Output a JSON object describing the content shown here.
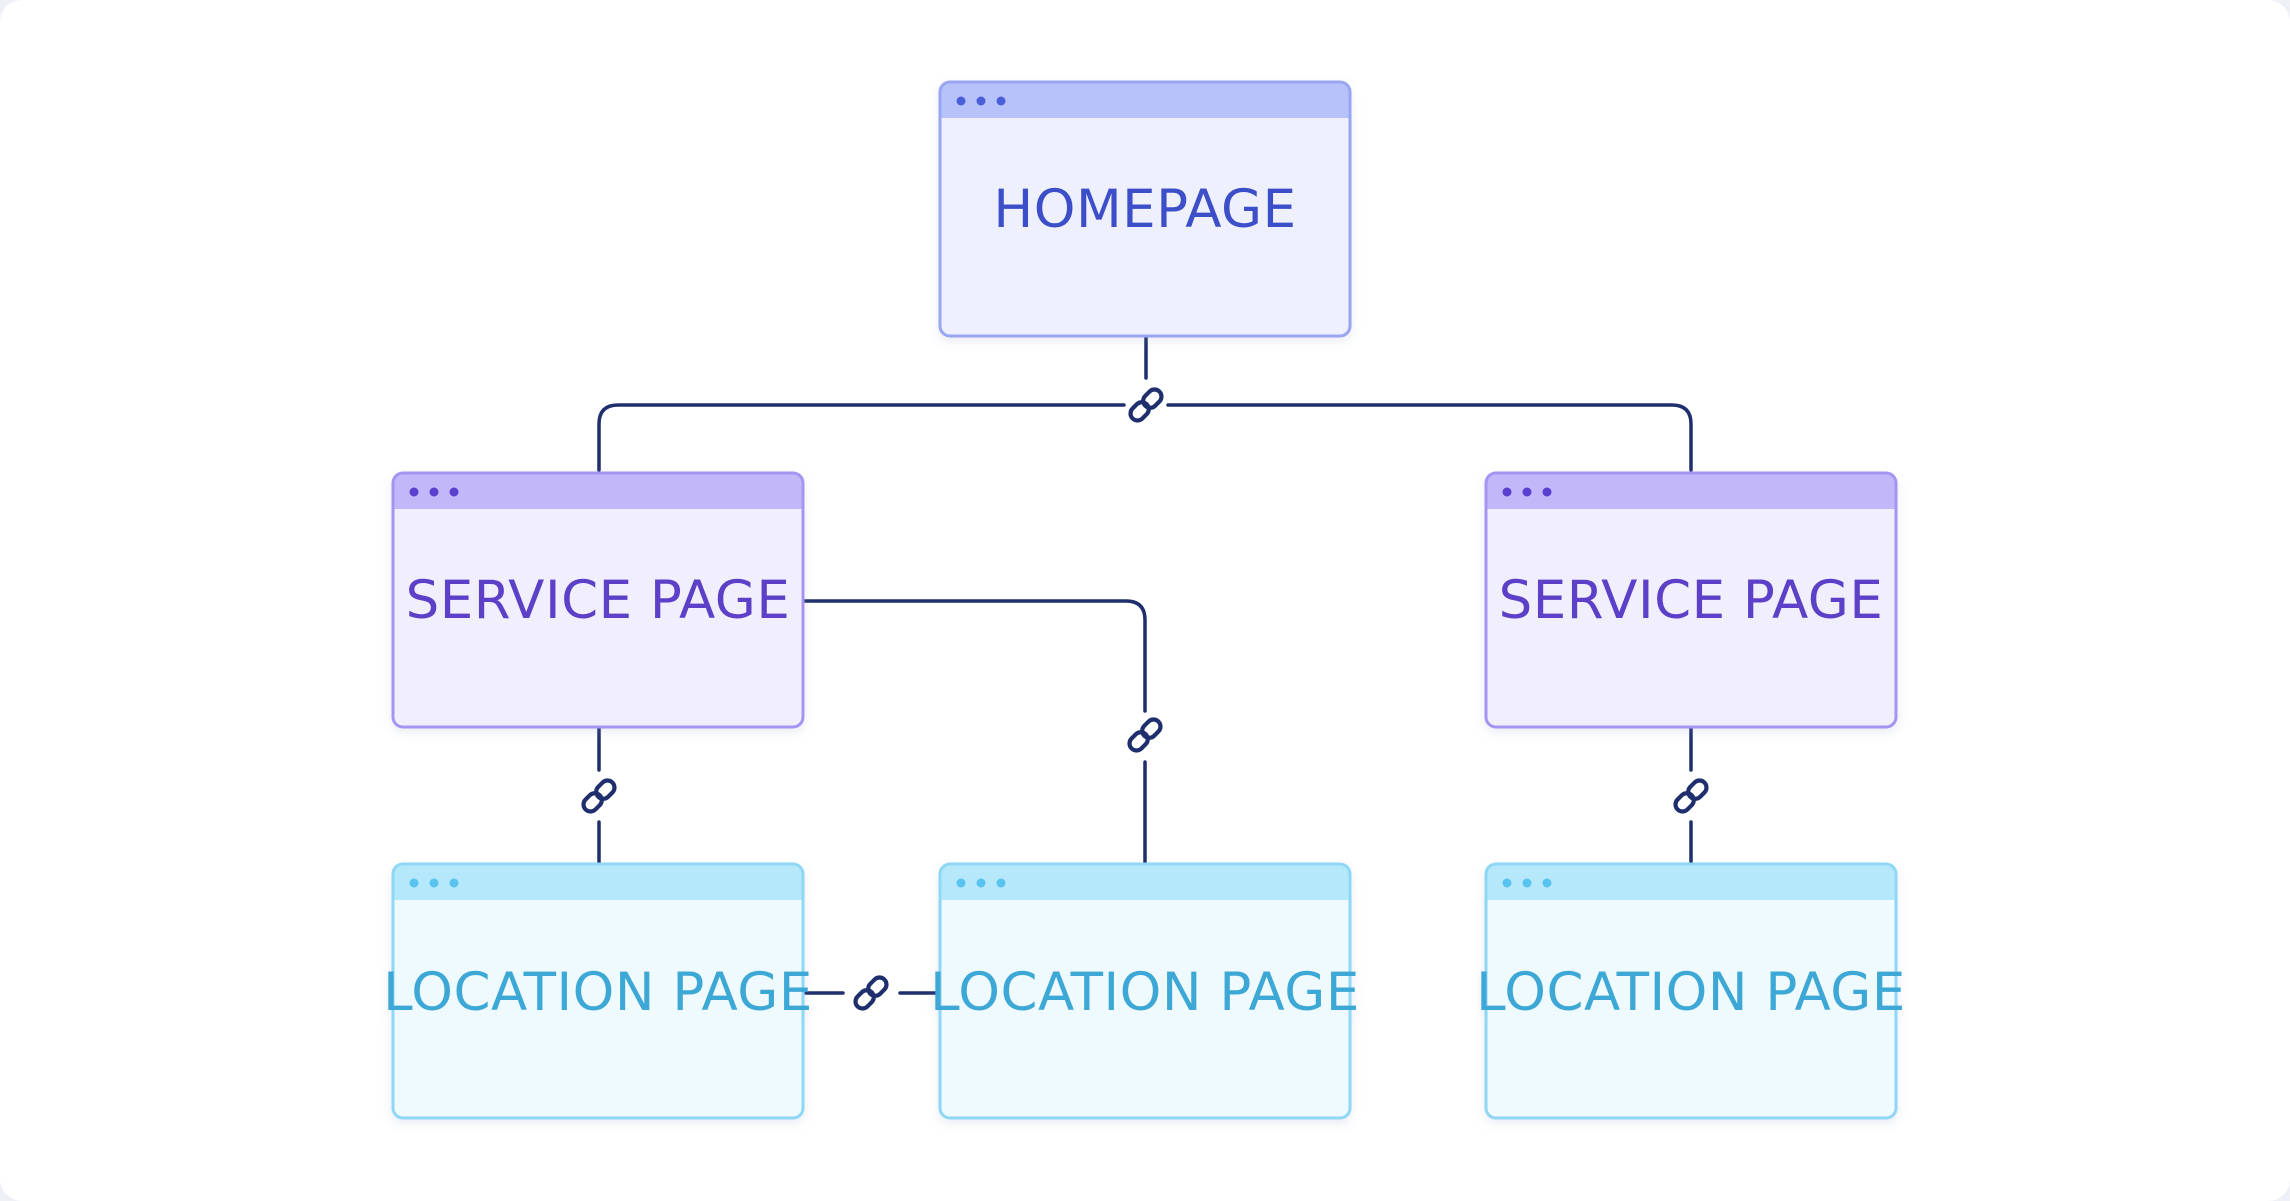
{
  "diagram": {
    "nodes": {
      "homepage": {
        "label": "HOMEPAGE",
        "kind": "home"
      },
      "service_left": {
        "label": "SERVICE PAGE",
        "kind": "service"
      },
      "service_right": {
        "label": "SERVICE PAGE",
        "kind": "service"
      },
      "location_1": {
        "label": "LOCATION PAGE",
        "kind": "location"
      },
      "location_2": {
        "label": "LOCATION PAGE",
        "kind": "location"
      },
      "location_3": {
        "label": "LOCATION PAGE",
        "kind": "location"
      }
    },
    "links": [
      {
        "from": "homepage",
        "to": "service_left",
        "icon": "link-icon"
      },
      {
        "from": "homepage",
        "to": "service_right",
        "icon": "link-icon"
      },
      {
        "from": "service_left",
        "to": "location_1",
        "icon": "link-icon"
      },
      {
        "from": "service_left",
        "to": "location_2",
        "icon": "link-icon"
      },
      {
        "from": "service_right",
        "to": "location_3",
        "icon": "link-icon"
      },
      {
        "from": "location_1",
        "to": "location_2",
        "icon": "link-icon"
      }
    ],
    "colors": {
      "home": {
        "fill": "#eef1fd",
        "bar": "#b7c2fb",
        "stroke": "#98a6f2",
        "dot": "#4b5ed8",
        "text": "#3c50c8"
      },
      "service": {
        "fill": "#f1effd",
        "bar": "#c1b7f9",
        "stroke": "#a695f0",
        "dot": "#5a3fcf",
        "text": "#5b3fc7"
      },
      "location": {
        "fill": "#effafe",
        "bar": "#b6e8fc",
        "stroke": "#8ed7f5",
        "dot": "#59c3ef",
        "text": "#3ea8d6"
      },
      "connector": "#1f2f6e"
    }
  }
}
